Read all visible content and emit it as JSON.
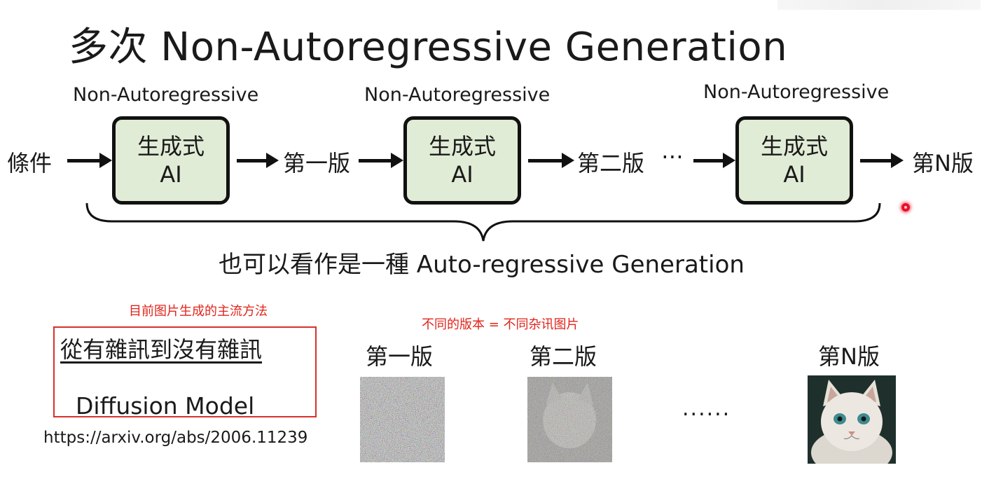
{
  "title": "多次 Non-Autoregressive Generation",
  "flow": {
    "condition": "條件",
    "nar_label": "Non-Autoregressive",
    "box_line1": "生成式",
    "box_line2": "AI",
    "v1": "第一版",
    "v2": "第二版",
    "ellipsis": "⋯",
    "vN": "第N版",
    "brace_caption": "也可以看作是一種 Auto-regressive Generation"
  },
  "diffusion": {
    "note": "目前图片生成的主流方法",
    "phrase": "從有雜訊到沒有雜訊",
    "model": "Diffusion Model",
    "url": "https://arxiv.org/abs/2006.11239"
  },
  "images": {
    "note": "不同的版本 = 不同杂讯图片",
    "v1": "第一版",
    "v2": "第二版",
    "dots": "......",
    "vN": "第N版"
  }
}
